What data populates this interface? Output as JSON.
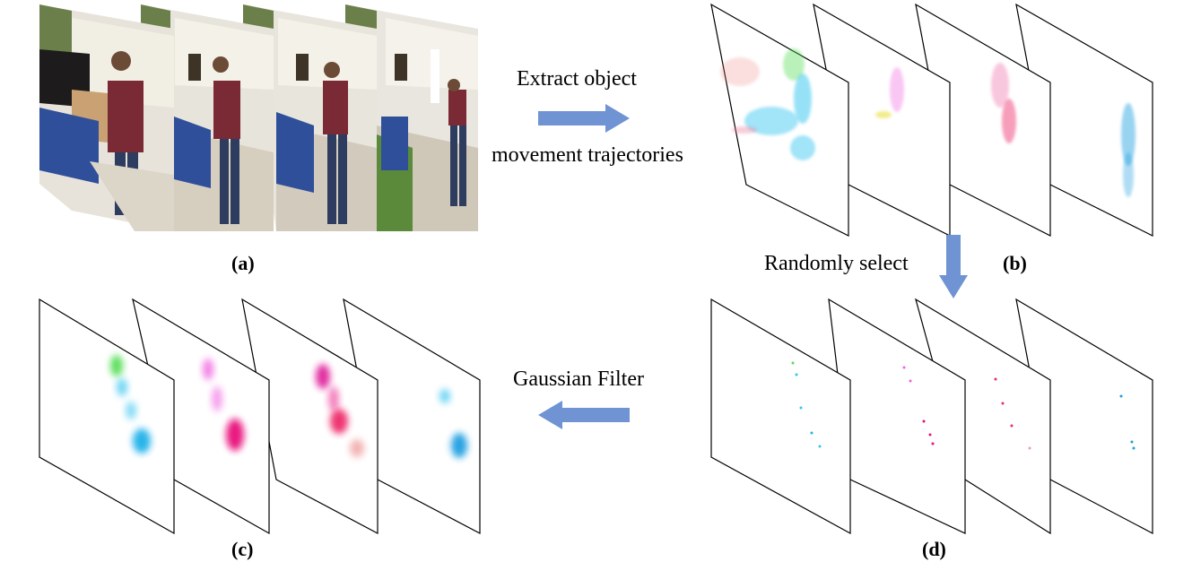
{
  "panels": [
    {
      "id": "a",
      "label": "(a)",
      "content": "video-frames",
      "frames": 4
    },
    {
      "id": "b",
      "label": "(b)",
      "content": "trajectory-points",
      "frames": 4
    },
    {
      "id": "c",
      "label": "(c)",
      "content": "gaussian-blobs",
      "frames": 4
    },
    {
      "id": "d",
      "label": "(d)",
      "content": "sparse-points",
      "frames": 4
    }
  ],
  "arrows": {
    "extract": {
      "line1": "Extract object",
      "line2": "movement trajectories",
      "direction": "right"
    },
    "select": {
      "text": "Randomly select",
      "direction": "down"
    },
    "filter": {
      "text": "Gaussian Filter",
      "direction": "left"
    }
  },
  "colors": {
    "arrow": "#6f93d3",
    "frame_line": "#000000",
    "series": [
      "#33c4f0",
      "#f060e0",
      "#ee2a6a",
      "#1f9ee0",
      "#55dd55"
    ]
  }
}
